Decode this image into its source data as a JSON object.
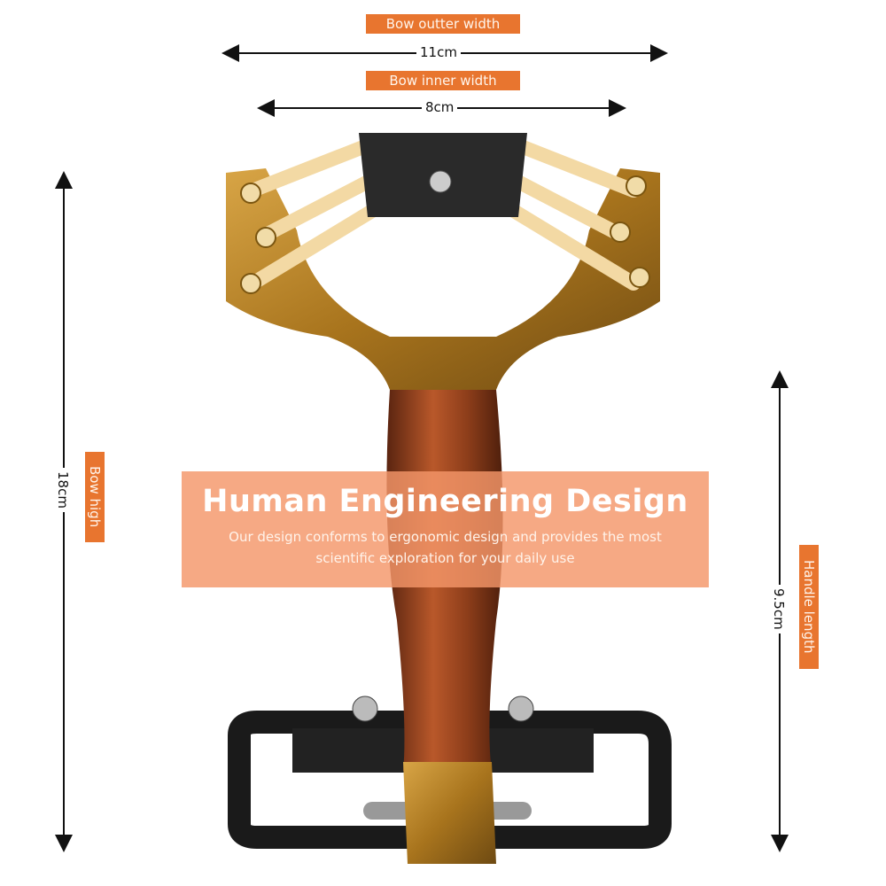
{
  "dimensions": {
    "outer_width": {
      "label": "Bow outter width",
      "value": "11cm"
    },
    "inner_width": {
      "label": "Bow inner width",
      "value": "8cm"
    },
    "height": {
      "label": "Bow high",
      "value": "18cm"
    },
    "handle_length": {
      "label": "Handle length",
      "value": "9.5cm"
    }
  },
  "banner": {
    "title": "Human Engineering Design",
    "subtitle": "Our design conforms to ergonomic design and provides the most scientific exploration for your daily use"
  },
  "colors": {
    "accent": "#e8752f",
    "banner": "#f49669",
    "frame": "#b7862a",
    "wood": "#8a3e1c"
  }
}
